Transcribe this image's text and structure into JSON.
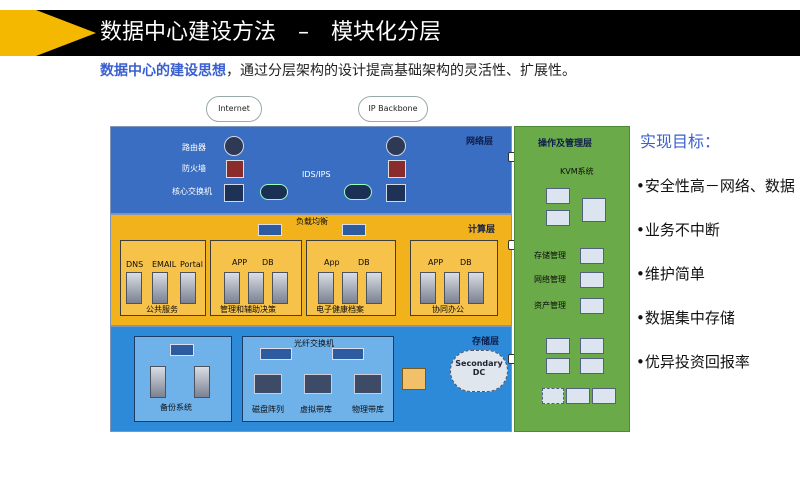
{
  "title": "数据中心建设方法　–　模块化分层",
  "subtitle": {
    "highlight": "数据中心的建设思想",
    "rest": "，通过分层架构的设计提高基础架构的灵活性、扩展性。"
  },
  "diagram": {
    "clouds": [
      "Internet",
      "IP Backbone"
    ],
    "network_layer": {
      "tag": "网络层",
      "labels": [
        "路由器",
        "防火墙",
        "核心交换机"
      ],
      "ids": "IDS/IPS"
    },
    "compute_layer": {
      "tag": "计算层",
      "lb": "负载均衡",
      "groups": [
        {
          "name": "公共服务",
          "items": [
            "DNS",
            "EMAIL",
            "Portal"
          ]
        },
        {
          "name": "管理和辅助决策",
          "items": [
            "APP",
            "DB"
          ]
        },
        {
          "name": "电子健康档案",
          "items": [
            "App",
            "DB"
          ]
        },
        {
          "name": "协同办公",
          "items": [
            "APP",
            "DB"
          ]
        }
      ]
    },
    "storage_layer": {
      "tag": "存储层",
      "fc_switch": "光纤交换机",
      "backup": "备份系统",
      "storage_items": [
        "磁盘阵列",
        "虚拟带库",
        "物理带库"
      ],
      "secondary_dc": "Secondary DC"
    },
    "ops_layer": {
      "tag": "操作及管理层",
      "kvm": "KVM系统",
      "items": [
        "存储管理",
        "网络管理",
        "资产管理"
      ]
    }
  },
  "goals": {
    "title": "实现目标：",
    "items": [
      "•安全性高－网络、数据",
      "•业务不中断",
      "•维护简单",
      "•数据集中存储",
      "•优异投资回报率"
    ]
  },
  "colors": {
    "accent_yellow": "#f5b800",
    "title_bar": "#000000",
    "highlight_blue": "#3a5fd0",
    "network_layer": "#3a6ec2",
    "compute_layer": "#f1b21c",
    "storage_layer": "#2d8ad8",
    "ops_layer": "#6aaa48"
  }
}
